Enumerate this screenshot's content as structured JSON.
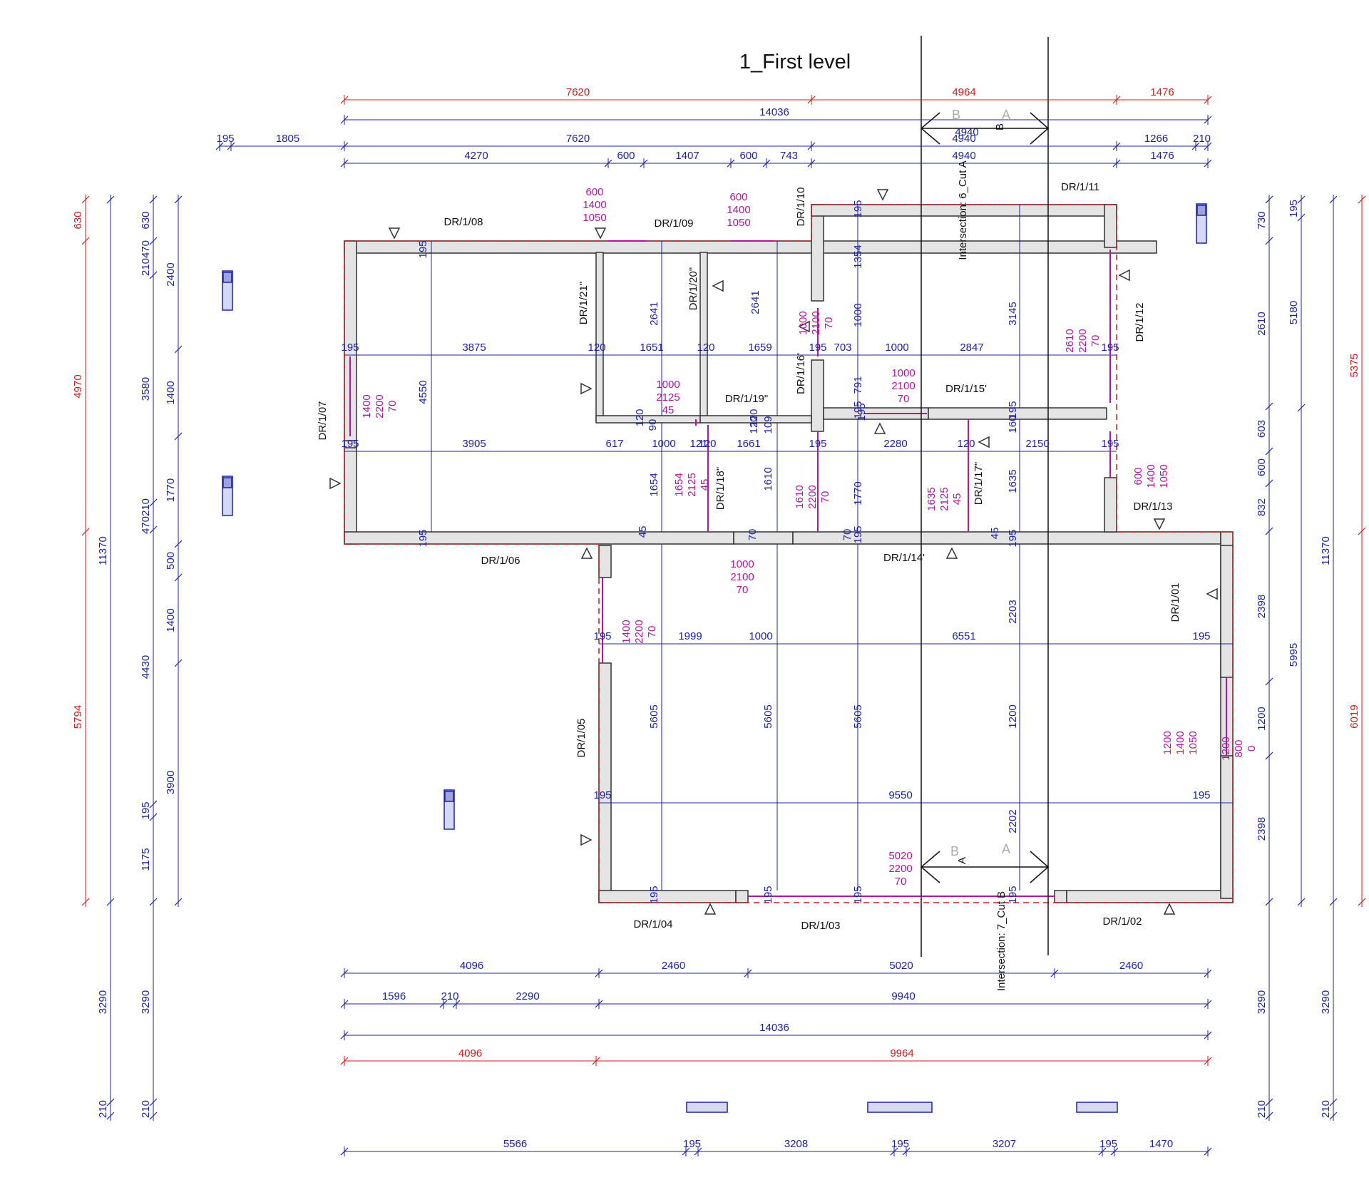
{
  "title": "1_First level",
  "colors": {
    "red": "#d11c1c",
    "blue": "#1c22a8",
    "magenta": "#b0169e",
    "wall": "#e4e4e4"
  },
  "top_dims": {
    "red": [
      "7620",
      "4964",
      "1476"
    ],
    "overall": "14036",
    "row3": [
      "195",
      "1805",
      "7620",
      "4940",
      "1266",
      "210"
    ],
    "row4": [
      "4270",
      "600",
      "1407",
      "600",
      "743",
      "4940",
      "1476"
    ]
  },
  "bottom_dims": {
    "row1": [
      "4096",
      "2460",
      "5020",
      "2460"
    ],
    "row2": [
      "1596",
      "210",
      "2290",
      "9940"
    ],
    "overall": "14036",
    "red": [
      "4096",
      "9964"
    ],
    "row5": [
      "5566",
      "195",
      "3208",
      "195",
      "3207",
      "195",
      "1470"
    ]
  },
  "left_dims": {
    "red": [
      "630",
      "4970",
      "5794"
    ],
    "blue_overall": [
      "11370",
      "3290",
      "210"
    ],
    "col3": [
      "630",
      "210470",
      "3580",
      "470210",
      "4430",
      "195",
      "1175",
      "3290",
      "210"
    ],
    "col4": [
      "2400",
      "1400",
      "1770",
      "500",
      "1400",
      "3900"
    ]
  },
  "right_dims": {
    "col1": [
      "730",
      "2610",
      "603",
      "600",
      "832",
      "2398",
      "1200",
      "2398",
      "3290",
      "210"
    ],
    "col2": [
      "195",
      "5180",
      "5995"
    ],
    "col3": [
      "11370",
      "3290",
      "210"
    ],
    "red": [
      "5375",
      "6019"
    ]
  },
  "interior_dims": {
    "row_y1": [
      "195",
      "3875",
      "120",
      "1651",
      "120",
      "1659",
      "195",
      "703",
      "1000",
      "2847",
      "195"
    ],
    "row_y2": [
      "195",
      "3905",
      "617",
      "1000",
      "121",
      "120",
      "1661",
      "195",
      "2280",
      "120",
      "2150",
      "195"
    ],
    "row_y3": [
      "195",
      "1999",
      "1000",
      "6551",
      "195"
    ],
    "row_y4": [
      "195",
      "9550",
      "195"
    ],
    "vertical": [
      "195",
      "4550",
      "2641",
      "2641",
      "195",
      "1354",
      "1000",
      "3145",
      "195",
      "195",
      "1654",
      "1610",
      "791",
      "195",
      "160",
      "1635",
      "1770",
      "45",
      "195",
      "70",
      "70",
      "195",
      "45",
      "195",
      "2203",
      "5605",
      "5605",
      "5605",
      "1200",
      "2202",
      "195",
      "195",
      "195",
      "195",
      "120",
      "90",
      "120",
      "120",
      "109"
    ]
  },
  "labels": [
    "DR/1/08",
    "DR/1/09",
    "DR/1/10",
    "DR/1/11",
    "DR/1/21\"",
    "DR/1/20\"",
    "DR/1/12",
    "DR/1/16'",
    "DR/1/15'",
    "DR/1/19\"",
    "DR/1/07",
    "DR/1/18\"",
    "DR/1/17\"",
    "DR/1/13",
    "DR/1/06",
    "DR/1/14'",
    "DR/1/01",
    "DR/1/05",
    "DR/1/04",
    "DR/1/03",
    "DR/1/02"
  ],
  "openings": [
    [
      "600",
      "1400",
      "1050"
    ],
    [
      "600",
      "1400",
      "1050"
    ],
    [
      "1000",
      "2100",
      "70"
    ],
    [
      "2610",
      "2200",
      "70"
    ],
    [
      "1400",
      "2200",
      "70"
    ],
    [
      "1000",
      "2125",
      "45"
    ],
    [
      "1000",
      "2100",
      "70"
    ],
    [
      "600",
      "1400",
      "1050"
    ],
    [
      "1654",
      "2125",
      "45"
    ],
    [
      "1610",
      "2200",
      "70"
    ],
    [
      "1635",
      "2125",
      "45"
    ],
    [
      "1000",
      "2100",
      "70"
    ],
    [
      "1400",
      "2200",
      "70"
    ],
    [
      "1200",
      "1400",
      "1050"
    ],
    [
      "1200",
      "800",
      "0"
    ],
    [
      "5020",
      "2200",
      "70"
    ]
  ],
  "cuts": {
    "top": {
      "left": "B",
      "right": "A",
      "mark": "B",
      "text": "Intersection: 6_Cut A",
      "dims": "4940"
    },
    "bottom": {
      "left": "B",
      "right": "A",
      "mark": "A",
      "text": "Intersection: 7_Cut B"
    }
  }
}
